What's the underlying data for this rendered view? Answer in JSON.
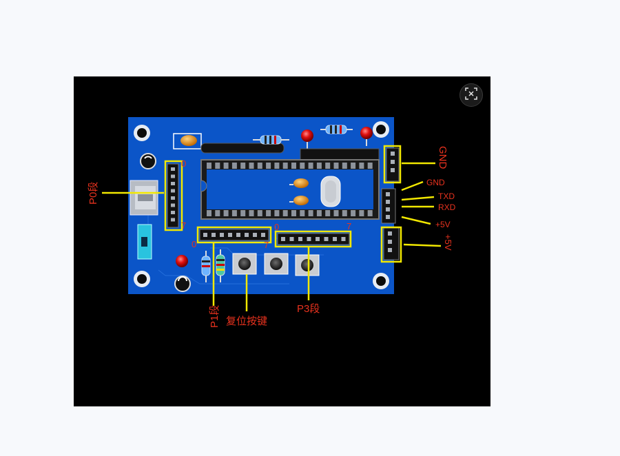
{
  "viewer": {
    "action_icon": "visual-search-icon"
  },
  "annotations": {
    "p0": "P0段",
    "p1": "P1段",
    "p3": "P3段",
    "reset": "复位按键",
    "gnd_big": "GND",
    "gnd": "GND",
    "txd": "TXD",
    "rxd": "RXD",
    "v5_a": "+5V",
    "v5_b": "+5V"
  },
  "pin_marks": {
    "p0_top": "0",
    "p0_bottom": "7",
    "p1_left": "0",
    "p1_right": "7",
    "p3_left": "0",
    "p3_right": "7"
  },
  "colors": {
    "board": "#0b55c8",
    "callout": "#f2e800",
    "label": "#e8321e"
  }
}
